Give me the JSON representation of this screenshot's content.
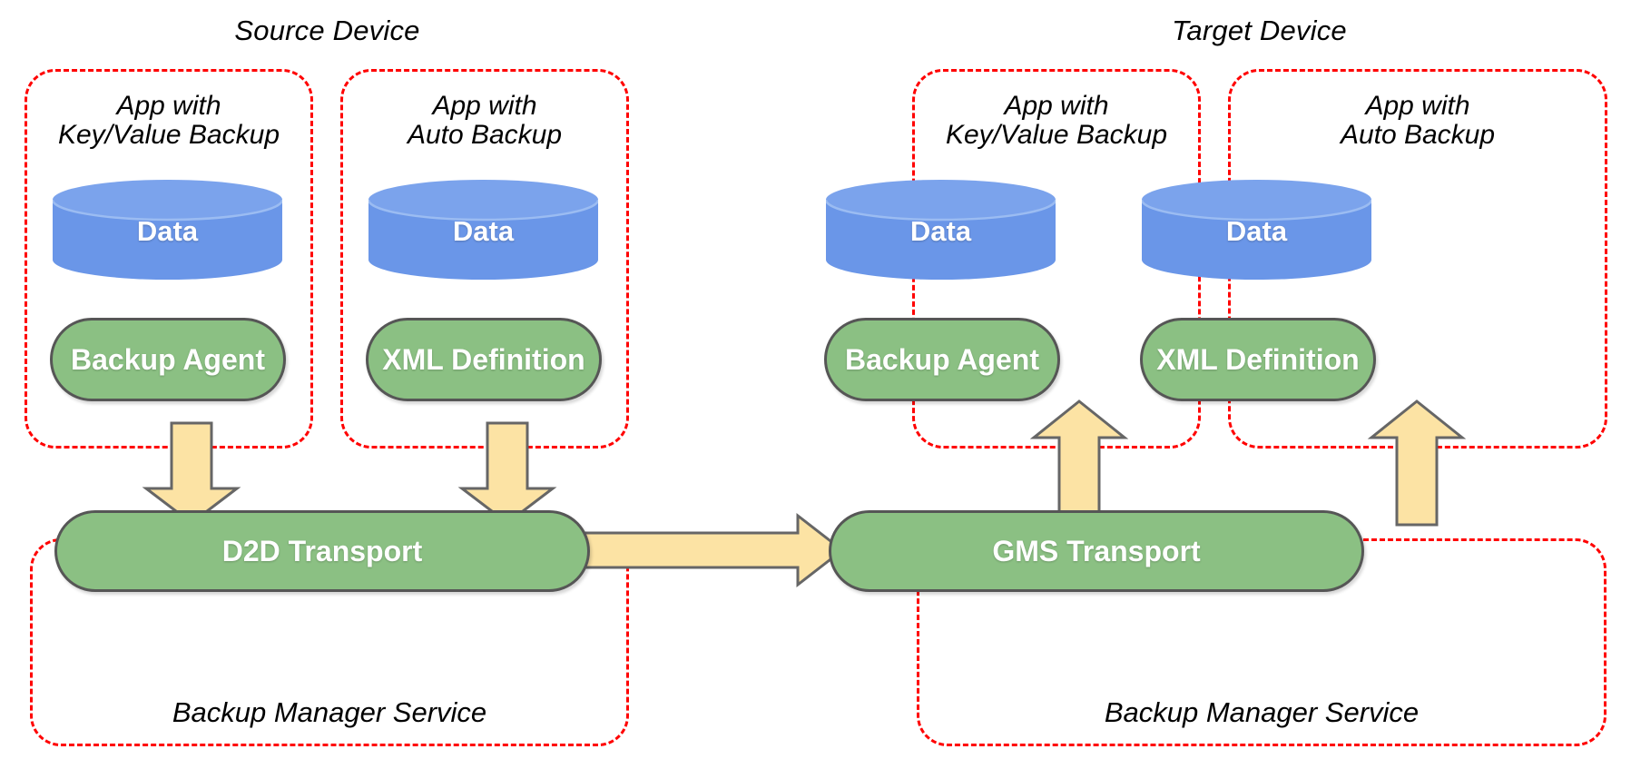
{
  "diagram": {
    "title_source": "Source Device",
    "title_target": "Target Device"
  },
  "colors": {
    "dashed_border": "#ff0000",
    "cylinder_fill": "#6a96e8",
    "cylinder_top": "#7ba3ec",
    "pill_fill": "#8bc083",
    "pill_stroke": "#565656",
    "arrow_fill": "#fce3a4",
    "arrow_stroke": "#666666",
    "text_on_shape": "#ffffff",
    "background": "#ffffff"
  },
  "source_device": {
    "label": "Source Device",
    "apps": [
      {
        "label_line1": "App with",
        "label_line2": "Key/Value Backup",
        "data_label": "Data",
        "component_label": "Backup Agent"
      },
      {
        "label_line1": "App with",
        "label_line2": "Auto Backup",
        "data_label": "Data",
        "component_label": "XML Definition"
      }
    ],
    "service": {
      "transport_label": "D2D Transport",
      "service_label": "Backup Manager Service"
    }
  },
  "target_device": {
    "label": "Target Device",
    "apps": [
      {
        "label_line1": "App with",
        "label_line2": "Key/Value Backup",
        "data_label": "Data",
        "component_label": "Backup Agent"
      },
      {
        "label_line1": "App with",
        "label_line2": "Auto Backup",
        "data_label": "Data",
        "component_label": "XML Definition"
      }
    ],
    "service": {
      "transport_label": "GMS Transport",
      "service_label": "Backup Manager Service"
    }
  },
  "arrows": [
    {
      "name": "backup-agent-to-d2d",
      "direction": "down"
    },
    {
      "name": "xml-definition-to-d2d",
      "direction": "down"
    },
    {
      "name": "d2d-to-gms",
      "direction": "right"
    },
    {
      "name": "gms-to-backup-agent",
      "direction": "up"
    },
    {
      "name": "gms-to-xml-definition",
      "direction": "up"
    }
  ]
}
